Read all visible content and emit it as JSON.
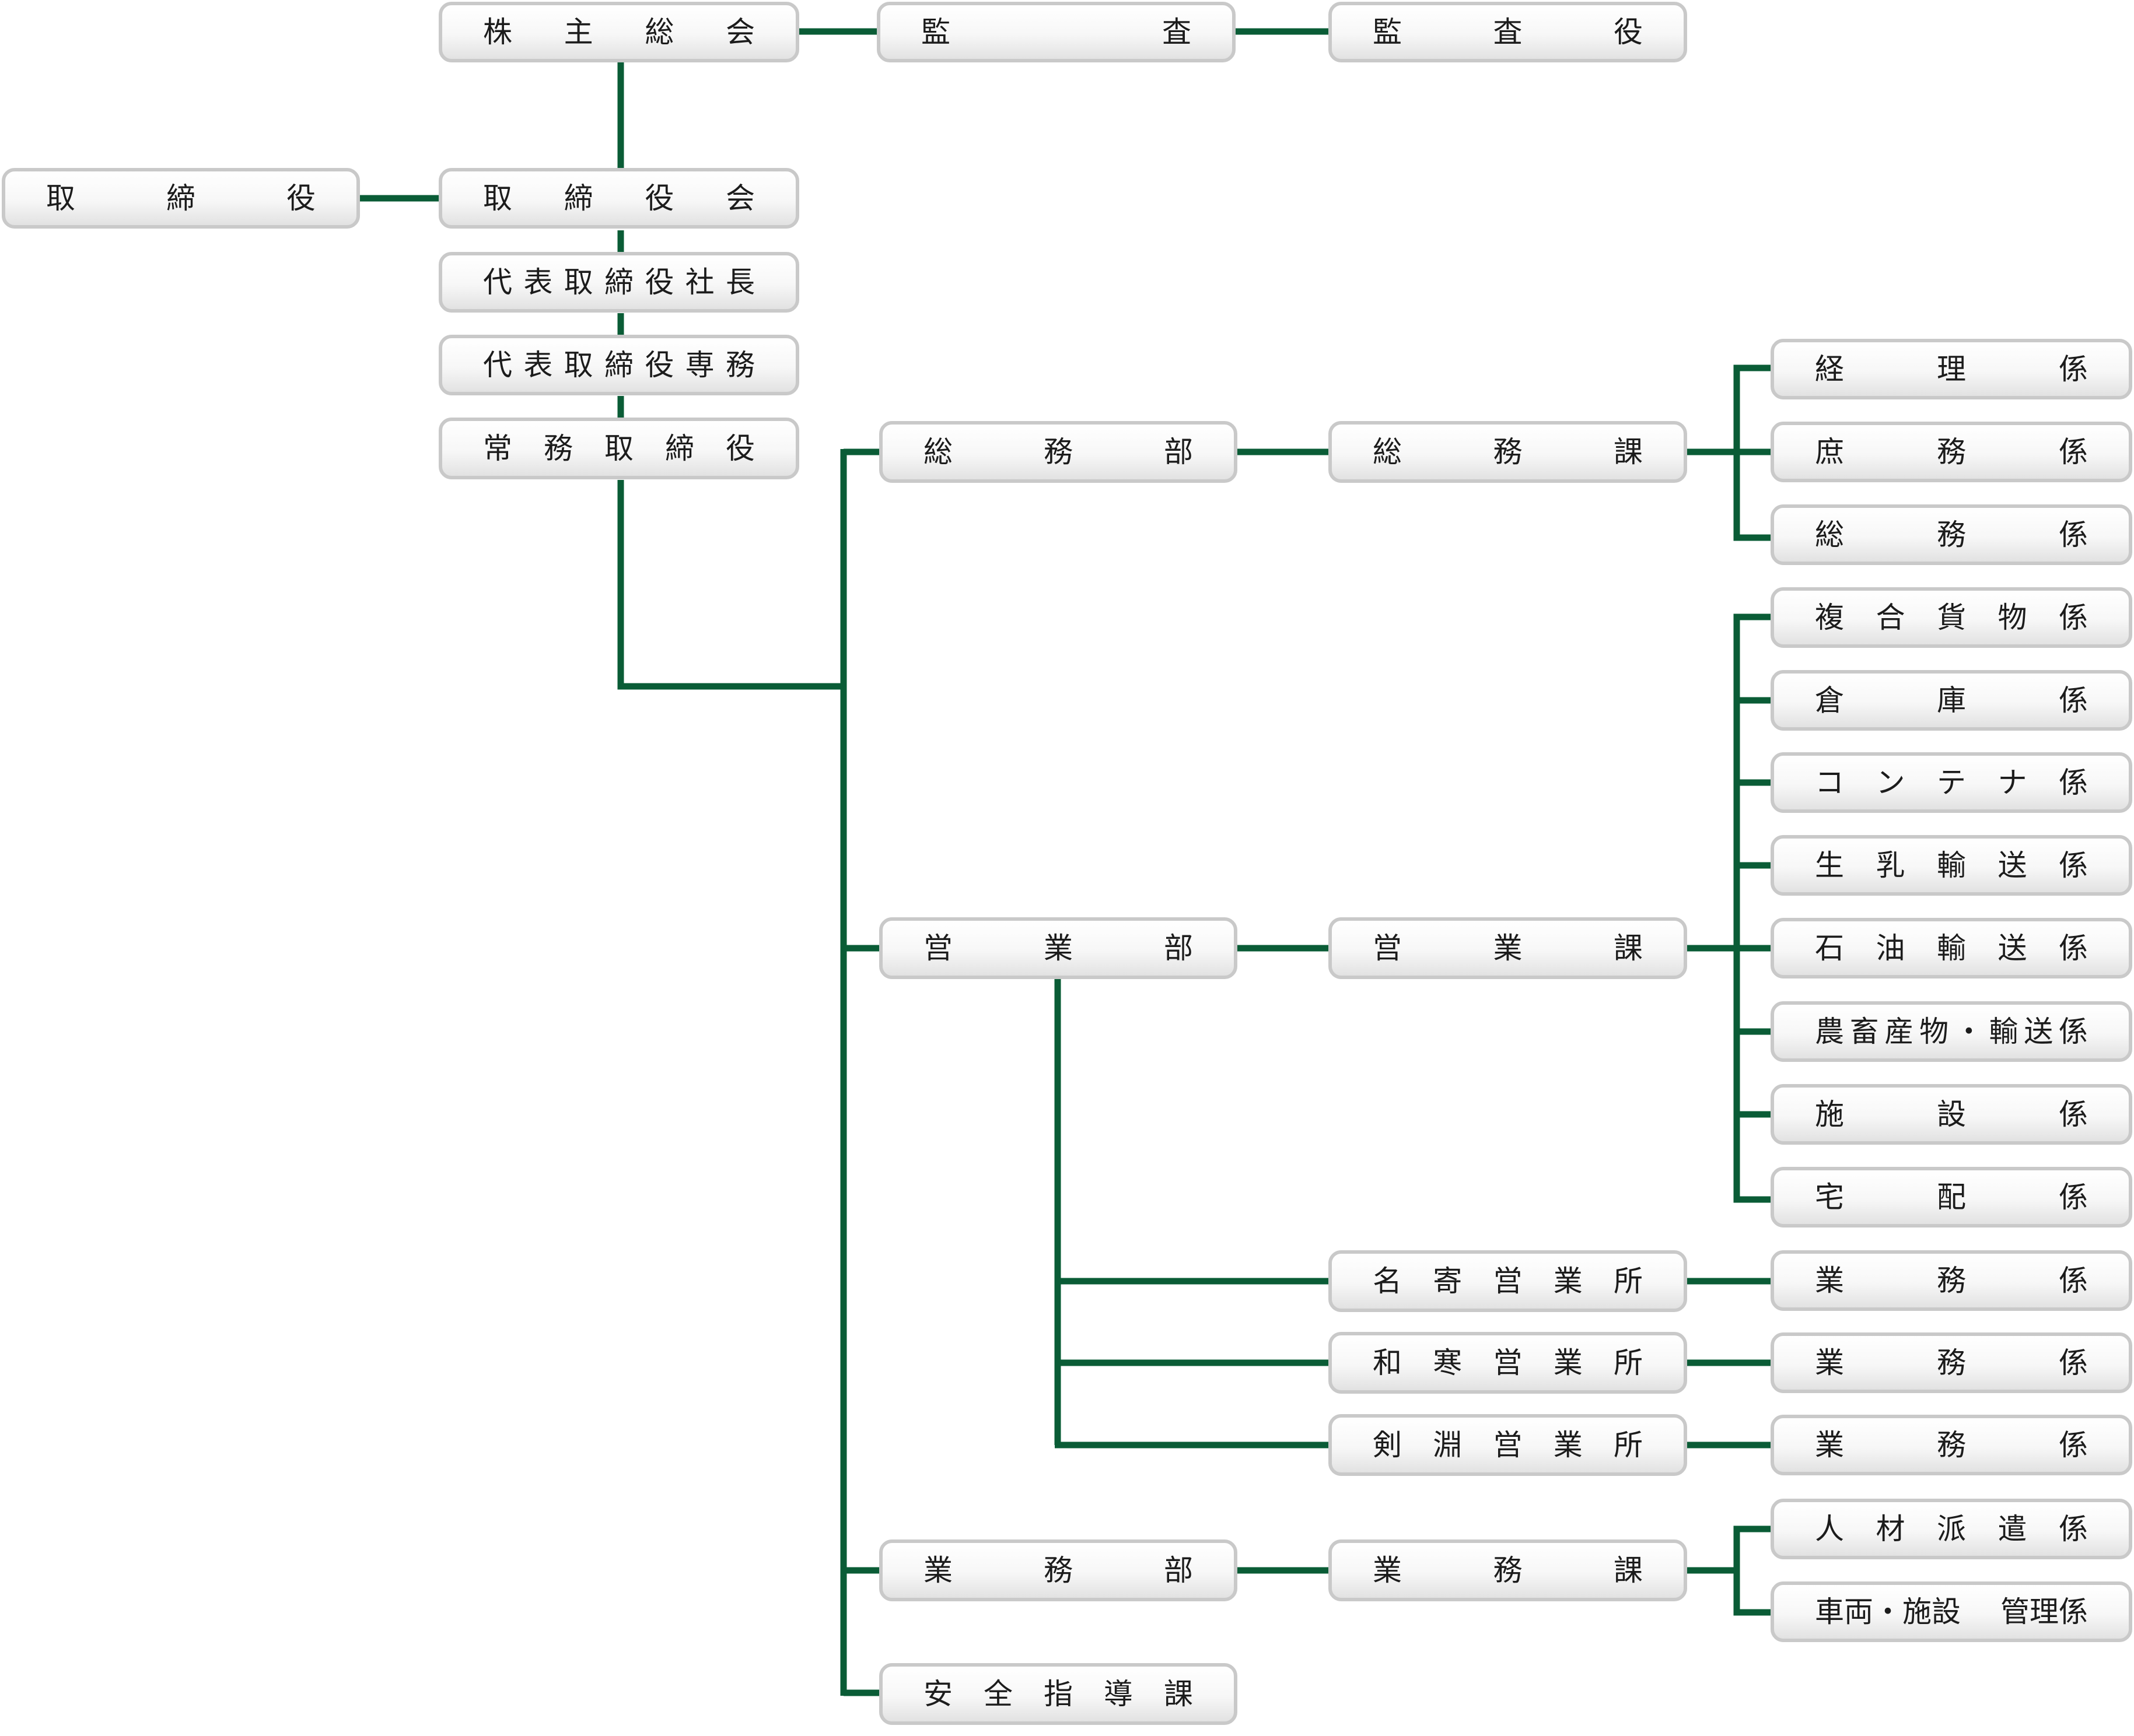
{
  "nodes": {
    "shareholders": "株主総会",
    "audit": "監査",
    "auditor": "監査役",
    "director": "取締役",
    "board": "取締役会",
    "president": "代表取締役社長",
    "senior_md": "代表取締役専務",
    "managing_dir": "常務取締役",
    "general_dept": "総務部",
    "general_sec": "総務課",
    "accounting": "経理係",
    "clerical": "庶務係",
    "general_unit": "総務係",
    "composite_cargo": "複合貨物係",
    "warehouse": "倉庫係",
    "container": "コンテナ係",
    "milk_transport": "生乳輸送係",
    "oil_transport": "石油輸送係",
    "farm_transport": "農畜産物・輸送係",
    "facility": "施設係",
    "delivery": "宅配係",
    "sales_dept": "営業部",
    "sales_sec": "営業課",
    "nayoro_office": "名寄営業所",
    "wassamu_office": "和寒営業所",
    "kembuchi_office": "剣淵営業所",
    "ops_unit_1": "業務係",
    "ops_unit_2": "業務係",
    "ops_unit_3": "業務係",
    "ops_dept": "業務部",
    "ops_sec": "業務課",
    "staffing": "人材派遣係",
    "vehicle_mgmt": "車両・施設 管理係",
    "safety": "安全指導課"
  },
  "colors": {
    "connector": "#0a5c36",
    "box_border": "#c9c9c9"
  }
}
